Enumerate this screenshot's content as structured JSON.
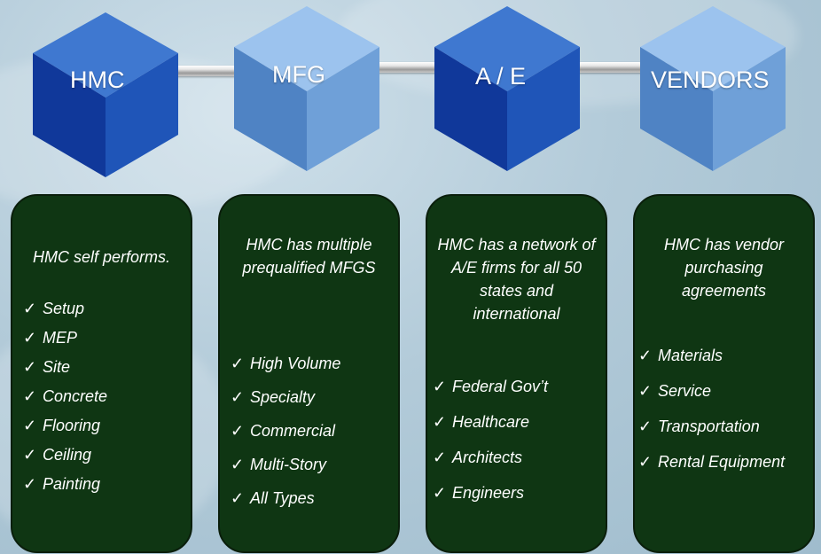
{
  "nodes": [
    {
      "label": "HMC",
      "color": "dark-blue"
    },
    {
      "label": "MFG",
      "color": "light-blue"
    },
    {
      "label": "A / E",
      "color": "dark-blue"
    },
    {
      "label": "VENDORS",
      "color": "light-blue"
    }
  ],
  "panels": [
    {
      "heading": "HMC self performs.",
      "items": [
        "Setup",
        "MEP",
        "Site",
        "Concrete",
        "Flooring",
        "Ceiling",
        "Painting"
      ]
    },
    {
      "heading": "HMC has  multiple prequalified MFGS",
      "items": [
        "High Volume",
        "Specialty",
        "Commercial",
        "Multi-Story",
        "All Types"
      ]
    },
    {
      "heading": "HMC has a network of A/E firms for all 50 states and international",
      "items": [
        "Federal Gov’t",
        "Healthcare",
        "Architects",
        "Engineers"
      ]
    },
    {
      "heading": "HMC has vendor purchasing agreements",
      "items": [
        "Materials",
        "Service",
        "Transportation",
        "Rental Equipment"
      ]
    }
  ],
  "check_symbol": "✓",
  "colors": {
    "panel_bg": "#0f3613",
    "cube_dark": "#1f55b8",
    "cube_light": "#6fa0d8",
    "background": "#b3cbd9"
  }
}
